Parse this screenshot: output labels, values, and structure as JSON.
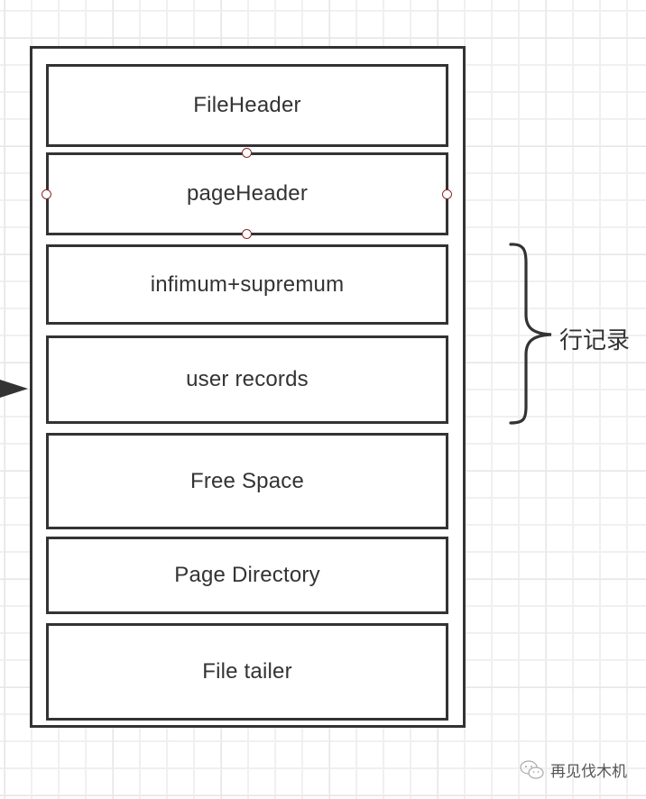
{
  "diagram": {
    "title": "InnoDB page structure",
    "blocks": [
      {
        "id": "file-header",
        "label": "FileHeader"
      },
      {
        "id": "page-header",
        "label": "pageHeader",
        "selected": true
      },
      {
        "id": "infimum-supremum",
        "label": "infimum+supremum"
      },
      {
        "id": "user-records",
        "label": "user records"
      },
      {
        "id": "free-space",
        "label": "Free Space"
      },
      {
        "id": "page-directory",
        "label": "Page Directory"
      },
      {
        "id": "file-tailer",
        "label": "File tailer"
      }
    ],
    "brace": {
      "label": "行记录",
      "spans": [
        "infimum-supremum",
        "user-records"
      ]
    },
    "incoming_arrow_target": "user-records",
    "colors": {
      "stroke": "#333333",
      "selection_handle": "#8b2a2a",
      "grid": "#e6e6e6"
    }
  },
  "watermark": {
    "icon": "wechat-icon",
    "text": "再见伐木机"
  }
}
